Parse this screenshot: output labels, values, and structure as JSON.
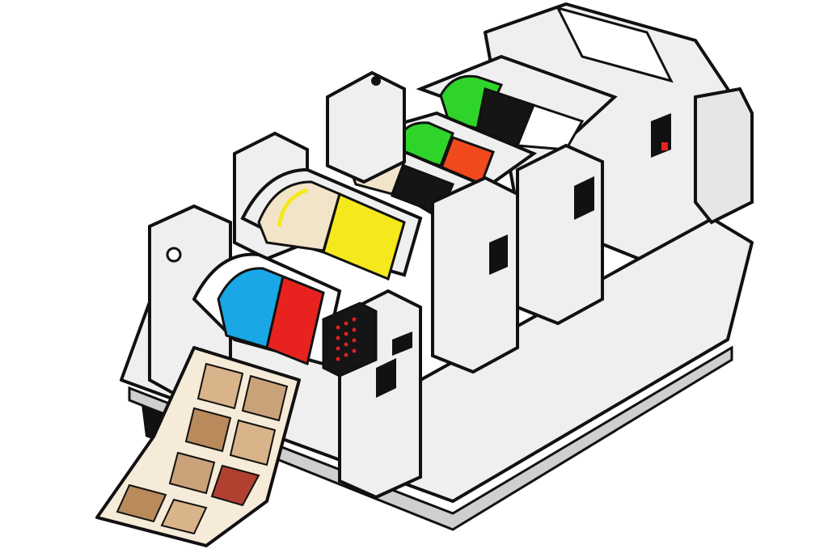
{
  "illustration": {
    "subject": "",
    "colors": {
      "background": "#ffffff",
      "outline": "#111111",
      "machine_body": "#efefef",
      "machine_shadow": "#cfcfcf",
      "ink_cyan": "#1aa7e6",
      "ink_red": "#e8231f",
      "ink_yellow": "#f5e81c",
      "ink_green": "#2fd42a",
      "ink_black": "#151515",
      "ink_orange_red": "#f04a1c",
      "paper_cream": "#f1e4c8",
      "print_sheet": "#d9b48a",
      "indicator_red": "#e02020"
    },
    "units": [
      {
        "position": "front",
        "bands": [
          "cyan",
          "red"
        ]
      },
      {
        "position": "second",
        "bands": [
          "cream",
          "yellow"
        ]
      },
      {
        "position": "third",
        "bands": [
          "cream",
          "black"
        ]
      },
      {
        "position": "fourth",
        "bands": [
          "green",
          "orange-red"
        ]
      },
      {
        "position": "back",
        "bands": [
          "green",
          "black"
        ]
      }
    ]
  }
}
